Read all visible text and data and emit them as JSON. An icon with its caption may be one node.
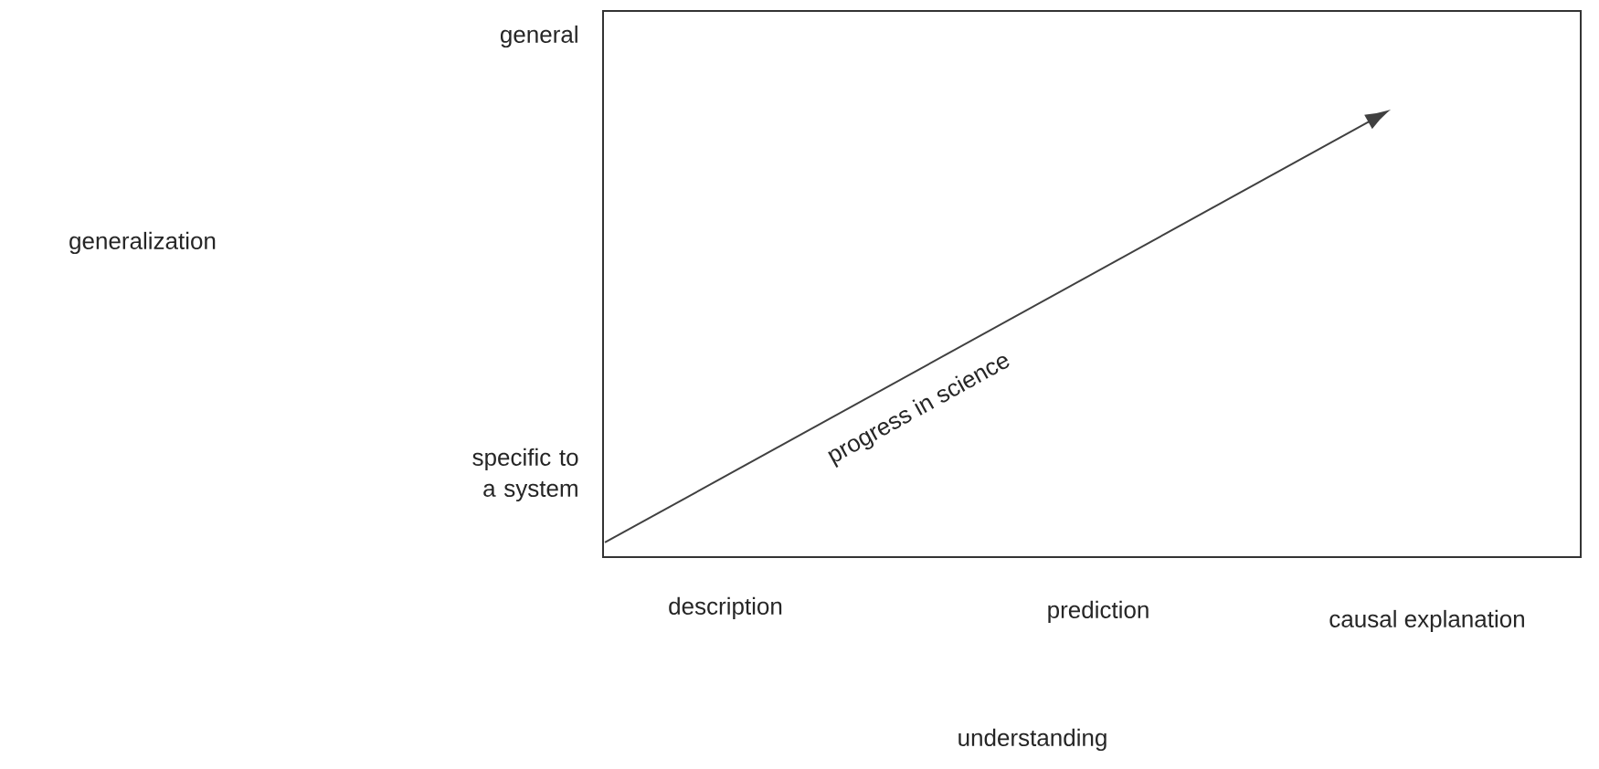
{
  "diagram": {
    "labels": [
      "general",
      "generalization",
      "progress in science",
      "specific to a system",
      "description",
      "prediction",
      "causal explanation",
      "understanding"
    ]
  }
}
